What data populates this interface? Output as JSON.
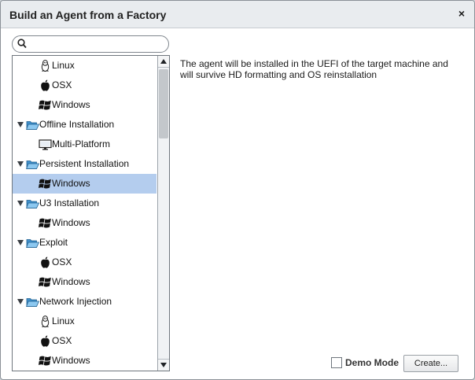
{
  "dialog": {
    "title": "Build an Agent from a Factory",
    "close_label": "×"
  },
  "search": {
    "placeholder": "",
    "value": ""
  },
  "tree": {
    "selected_index": 6,
    "items": [
      {
        "label": "Linux",
        "level": 1,
        "icon": "linux-penguin-icon",
        "expandable": false
      },
      {
        "label": "OSX",
        "level": 1,
        "icon": "apple-icon",
        "expandable": false
      },
      {
        "label": "Windows",
        "level": 1,
        "icon": "windows-icon",
        "expandable": false
      },
      {
        "label": "Offline Installation",
        "level": 0,
        "icon": "folder-open-icon",
        "expandable": true
      },
      {
        "label": "Multi-Platform",
        "level": 1,
        "icon": "monitor-icon",
        "expandable": false
      },
      {
        "label": "Persistent Installation",
        "level": 0,
        "icon": "folder-open-icon",
        "expandable": true
      },
      {
        "label": "Windows",
        "level": 1,
        "icon": "windows-icon",
        "expandable": false
      },
      {
        "label": "U3 Installation",
        "level": 0,
        "icon": "folder-open-icon",
        "expandable": true
      },
      {
        "label": "Windows",
        "level": 1,
        "icon": "windows-icon",
        "expandable": false
      },
      {
        "label": "Exploit",
        "level": 0,
        "icon": "folder-open-icon",
        "expandable": true
      },
      {
        "label": "OSX",
        "level": 1,
        "icon": "apple-icon",
        "expandable": false
      },
      {
        "label": "Windows",
        "level": 1,
        "icon": "windows-icon",
        "expandable": false
      },
      {
        "label": "Network Injection",
        "level": 0,
        "icon": "folder-open-icon",
        "expandable": true
      },
      {
        "label": "Linux",
        "level": 1,
        "icon": "linux-penguin-icon",
        "expandable": false
      },
      {
        "label": "OSX",
        "level": 1,
        "icon": "apple-icon",
        "expandable": false
      },
      {
        "label": "Windows",
        "level": 1,
        "icon": "windows-icon",
        "expandable": false
      }
    ]
  },
  "description": {
    "text": "The agent will be installed in the UEFI of the target machine and will survive HD formatting and OS reinstallation"
  },
  "footer": {
    "demo_mode_label": "Demo Mode",
    "demo_mode_checked": false,
    "create_label": "Create..."
  },
  "colors": {
    "selection": "#b4cdee",
    "folder": "#4a9fd8"
  }
}
